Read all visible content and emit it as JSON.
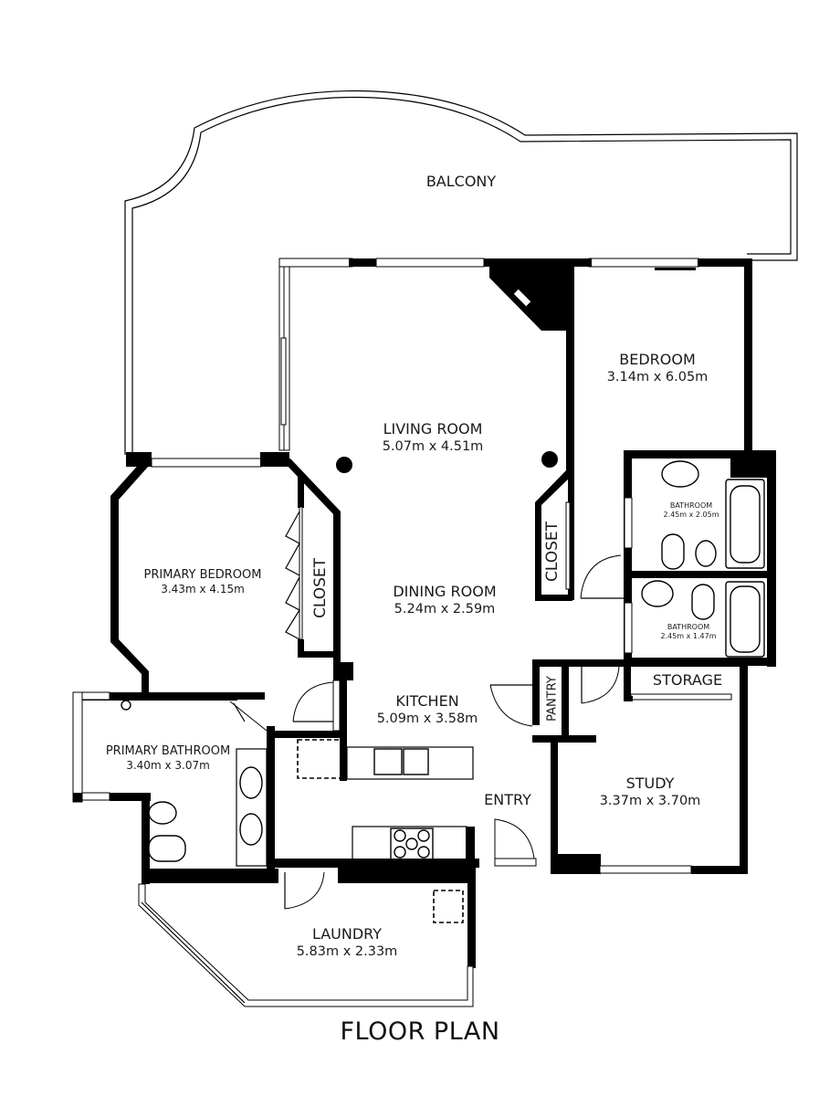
{
  "title": "FLOOR PLAN",
  "rooms": {
    "balcony": {
      "name": "BALCONY",
      "dim": ""
    },
    "living_room": {
      "name": "LIVING ROOM",
      "dim": "5.07m x 4.51m"
    },
    "bedroom": {
      "name": "BEDROOM",
      "dim": "3.14m x 6.05m"
    },
    "bathroom_1": {
      "name": "BATHROOM",
      "dim": "2.45m x 2.05m"
    },
    "bathroom_2": {
      "name": "BATHROOM",
      "dim": "2.45m x 1.47m"
    },
    "primary_bedroom": {
      "name": "PRIMARY BEDROOM",
      "dim": "3.43m x 4.15m"
    },
    "closet_primary": {
      "name": "CLOSET",
      "dim": ""
    },
    "closet_bedroom": {
      "name": "CLOSET",
      "dim": ""
    },
    "dining_room": {
      "name": "DINING ROOM",
      "dim": "5.24m x 2.59m"
    },
    "storage": {
      "name": "STORAGE",
      "dim": ""
    },
    "pantry": {
      "name": "PANTRY",
      "dim": ""
    },
    "kitchen": {
      "name": "KITCHEN",
      "dim": "5.09m x 3.58m"
    },
    "primary_bathroom": {
      "name": "PRIMARY BATHROOM",
      "dim": "3.40m x 3.07m"
    },
    "entry": {
      "name": "ENTRY",
      "dim": ""
    },
    "study": {
      "name": "STUDY",
      "dim": "3.37m x 3.70m"
    },
    "laundry": {
      "name": "LAUNDRY",
      "dim": "5.83m x 2.33m"
    }
  },
  "colors": {
    "wall": "#000000",
    "background": "#ffffff",
    "text": "#1a1a1a"
  }
}
